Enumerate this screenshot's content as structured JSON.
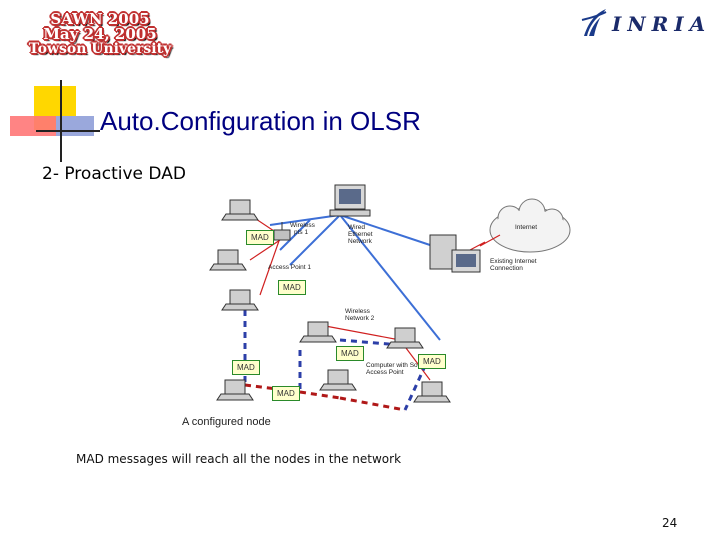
{
  "event_logo": {
    "line1": "SAWN 2005",
    "line2": "May 24, 2005",
    "line3": "Towson University"
  },
  "inria_logo": {
    "text": "INRIA"
  },
  "title": "Auto.Configuration in OLSR",
  "subtitle": "2- Proactive DAD",
  "diagram": {
    "labels": {
      "wireless_ap": "Wireless Access Point 1",
      "wired_network": "Wired Ethernet Network",
      "internet": "Internet",
      "existing_internet": "Existing Internet Connection",
      "access_point_1": "Access Point 1",
      "wireless_network_2": "Wireless Network 2",
      "computer_software_ap": "Computer with Software Access Point",
      "wireless_pts": "Wireless",
      "pts_label": "pts 1"
    },
    "mad_label": "MAD",
    "configured_node_label": "A configured node"
  },
  "caption": "MAD messages will reach all the nodes in the network",
  "page_number": "24",
  "colors": {
    "title": "#000080",
    "mad_border": "#2a8a2a",
    "mad_fill": "#ffffcc",
    "blue_link": "#3d6fd6",
    "red_link": "#d02020",
    "dashed_blue": "#2c3fa8",
    "dashed_red": "#b01818"
  }
}
